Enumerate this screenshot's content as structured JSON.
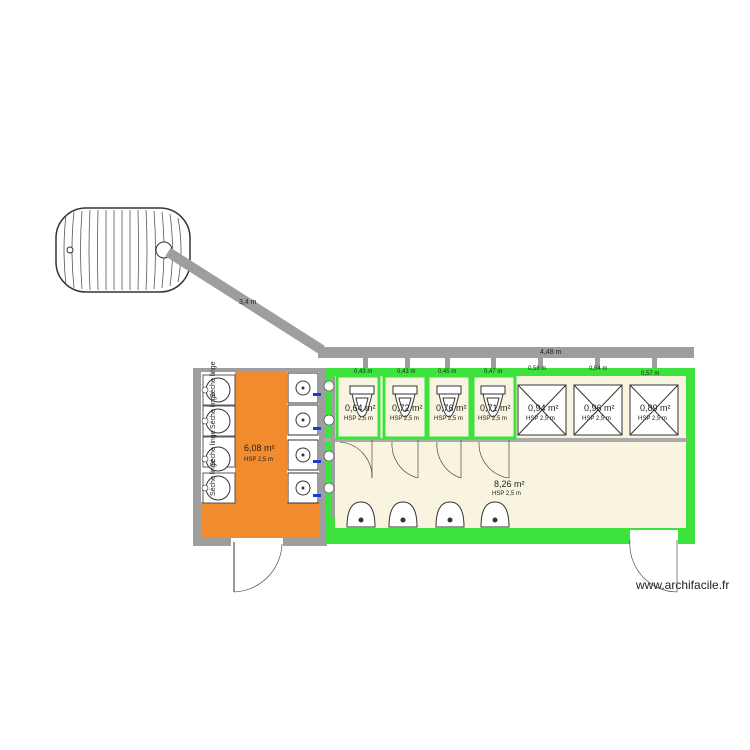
{
  "plan": {
    "pipe_length": "3,4 m",
    "corridor_length": "4,48 m",
    "room_left": {
      "area": "6,08 m²",
      "hsp": "HSP 2,5 m",
      "color": "#f28a2e"
    },
    "room_main": {
      "area": "8,26 m²",
      "hsp": "HSP 2,5 m",
      "color": "#f8f4df"
    },
    "wall_green": "#3de23d",
    "wall_grey": "#9e9e9e",
    "dryer_label": "Sèche linge",
    "cabins": [
      {
        "width": "0,43 m",
        "area": "0,64 m²",
        "hsp": "HSP 2,5 m"
      },
      {
        "width": "0,43 m",
        "area": "0,72 m²",
        "hsp": "HSP 2,5 m"
      },
      {
        "width": "0,45 m",
        "area": "0,76 m²",
        "hsp": "HSP 2,5 m"
      },
      {
        "width": "0,47 m",
        "area": "0,71 m²",
        "hsp": "HSP 2,5 m"
      }
    ],
    "showers": [
      {
        "width": "0,56 m",
        "area": "0,94 m²",
        "hsp": "HSP 2,5 m"
      },
      {
        "width": "0,54 m",
        "area": "0,96 m²",
        "hsp": "HSP 2,5 m"
      },
      {
        "width": "0,57 m",
        "area": "0,89 m²",
        "hsp": "HSP 2,5 m"
      }
    ]
  },
  "watermark": "www.archifacile.fr"
}
